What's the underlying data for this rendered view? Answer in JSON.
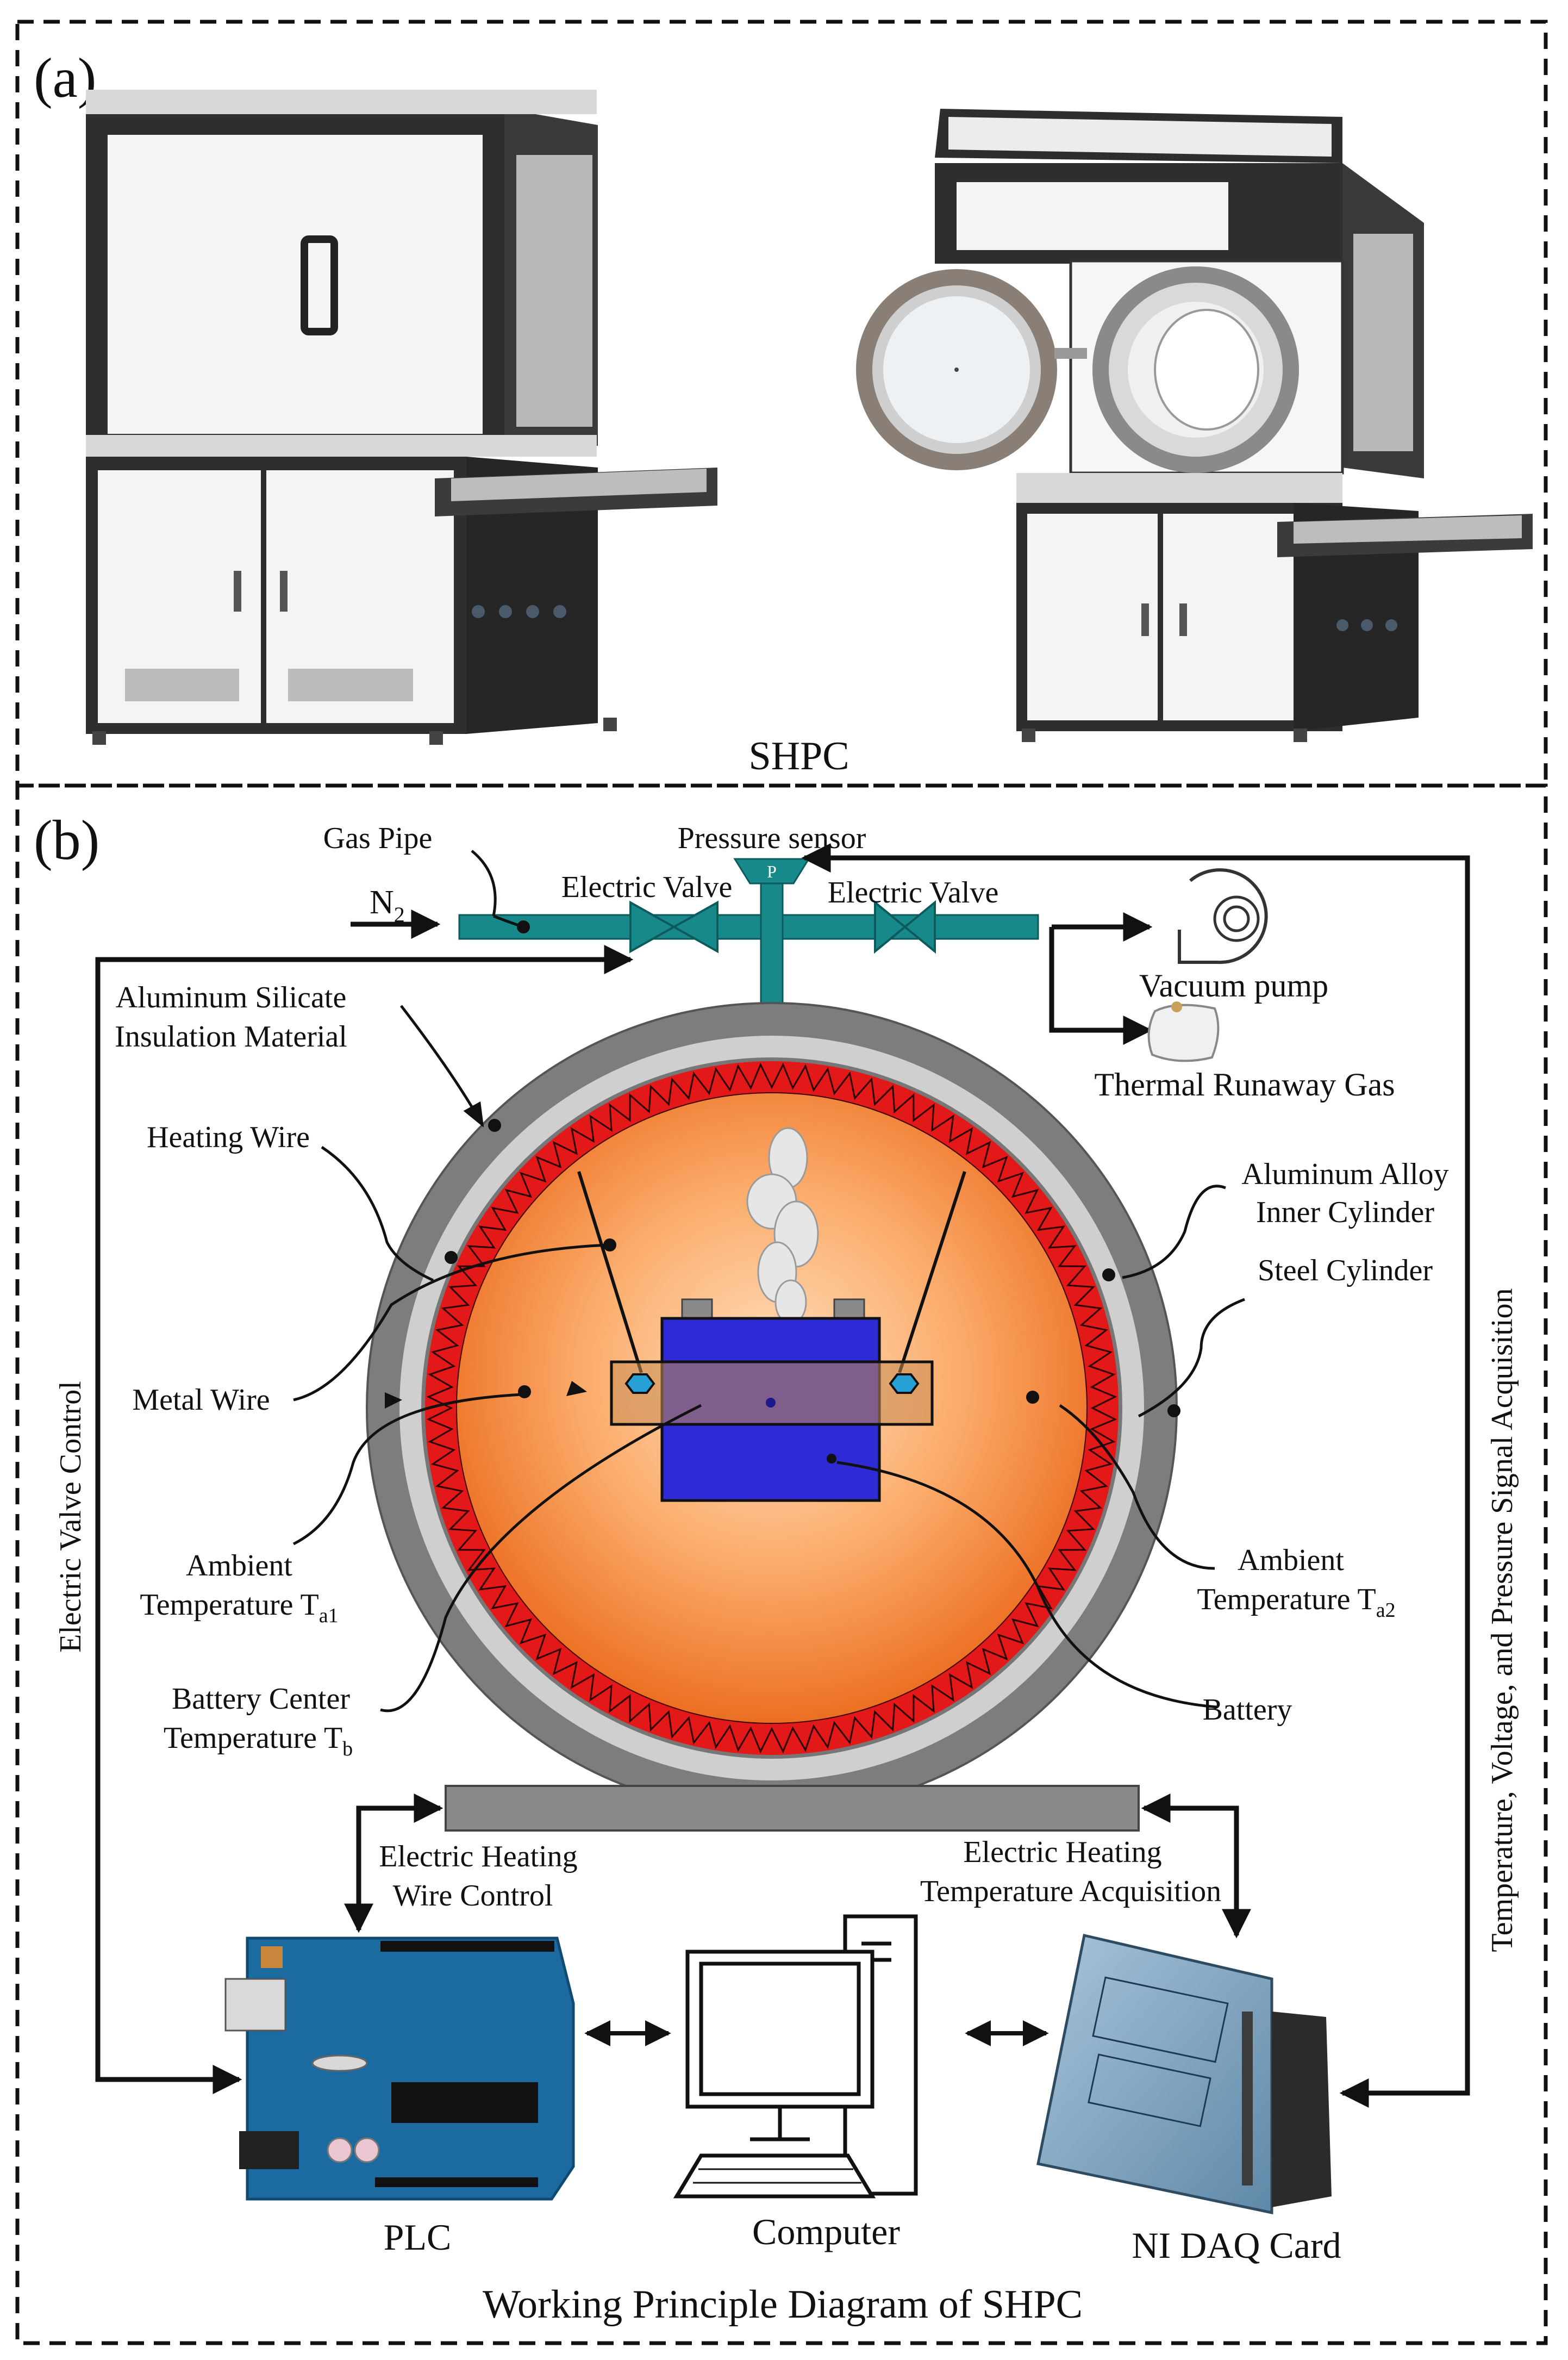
{
  "panel_a": {
    "label": "(a)",
    "caption": "SHPC"
  },
  "panel_b": {
    "label": "(b)",
    "caption": "Working Principle Diagram of SHPC",
    "labels": {
      "gas_pipe": "Gas Pipe",
      "pressure_sensor": "Pressure sensor",
      "pressure_symbol": "P",
      "electric_valve_left": "Electric Valve",
      "electric_valve_right": "Electric Valve",
      "n2": "N",
      "n2_sub": "2",
      "vacuum_pump": "Vacuum pump",
      "thermal_runaway_gas": "Thermal Runaway Gas",
      "aluminum_silicate_1": "Aluminum Silicate",
      "aluminum_silicate_2": "Insulation Material",
      "heating_wire": "Heating Wire",
      "aluminum_alloy_1": "Aluminum Alloy",
      "aluminum_alloy_2": "Inner Cylinder",
      "steel_cylinder": "Steel Cylinder",
      "metal_wire": "Metal Wire",
      "ambient_t1_1": "Ambient",
      "ambient_t1_2": "Temperature T",
      "ambient_t1_sub": "a1",
      "ambient_t2_1": "Ambient",
      "ambient_t2_2": "Temperature T",
      "ambient_t2_sub": "a2",
      "battery_center_1": "Battery Center",
      "battery_center_2": "Temperature T",
      "battery_center_sub": "b",
      "battery": "Battery",
      "electric_valve_control": "Electric Valve Control",
      "signal_acquisition": "Temperature, Voltage, and Pressure Signal Acquisition",
      "heating_wire_control_1": "Electric Heating",
      "heating_wire_control_2": "Wire Control",
      "heating_temp_acq_1": "Electric Heating",
      "heating_temp_acq_2": "Temperature Acquisition",
      "plc": "PLC",
      "computer": "Computer",
      "ni_daq": "NI DAQ Card"
    }
  },
  "colors": {
    "pipe": "#17898a",
    "steel": "#7d7d7d",
    "insulation": "#cfcfcf",
    "heating_ring": "#e31818",
    "chamber_center": "#ffd2a6",
    "chamber_edge": "#f07a2c",
    "battery": "#2e2ad6",
    "plc_board": "#1b6aa0",
    "daq_body": "#7ea6c4"
  }
}
